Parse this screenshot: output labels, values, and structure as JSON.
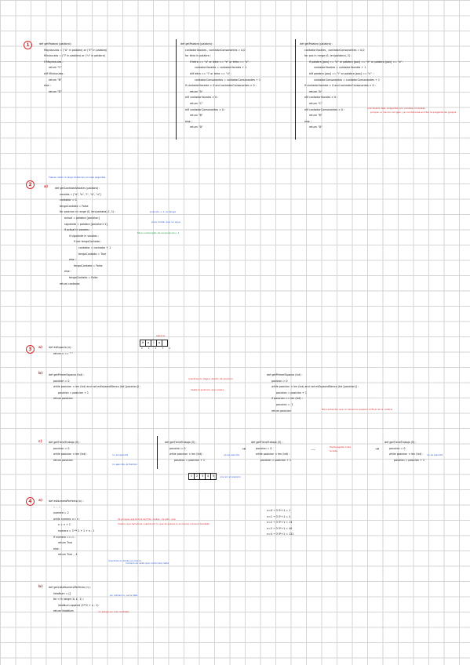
{
  "ex1": {
    "number": "1",
    "colA": [
      "def getPalabra (palabra) :",
      "Mayúsculas = (\"A\" in palabra) or (\"E\" in palabra)",
      "Minúsculas = (\"i\" in palabra) or (\"u\" in palabra)",
      "if Mayúsculas :",
      "return \"C\"",
      "elif Minúsculas :",
      "return \"B\"",
      "else :",
      "return \"D\""
    ],
    "colB": [
      "def getPalabra (palabra) :",
      "contadorVocales , contadorConsonantes = 0,0",
      "for letra in palabra :",
      "if letra == \"a\" or letra == \"e\" or letra == \"o\" :",
      "contadorVocales = contadorVocales + 1",
      "elif letra == \"i\" or letra == \"u\" :",
      "contadorConsonantes = contadorConsonantes + 1",
      "if contadorVocales > 0 and contadorConsonantes > 0 :",
      "return \"A\"",
      "elif contadorVocales > 0 :",
      "return \"C\"",
      "elif contadorConsonantes > 0 :",
      "return \"B\"",
      "else :",
      "return \"D\""
    ],
    "colC": [
      "def getPalabra (palabra) :",
      "contadorVocales , contadorConsonantes = 0,0",
      "for pos in range (0, len(palabra), 2) :",
      "if palabra [pos] == \"a\" or palabra [pos] == \"e\" or palabra [pos] == \"o\" :",
      "contadorVocales = contadorVocales + 1",
      "elif palabra [pos] == \"i\" or palabra [pos] == \"u\" :",
      "contadorConsonantes = contadorConsonantes + 1",
      "if contadorVocales > 0 and contadorConsonantes > 0 :",
      "return \"A\"",
      "elif contadorVocales > 0 :",
      "return \"C\"",
      "elif contadorConsonantes > 0 :",
      "return \"B\"",
      "else :",
      "return \"D\""
    ],
    "colC_note": "una buena idea, preguntar por vocales concretas",
    "colC_note2": "porque, si me los corrigen, ya condiciones acortar la pregunta de grupos"
  },
  "ex2": {
    "number": "2",
    "header": "Tienes razón lo largo todas las vocales seguidas",
    "sub": "a)",
    "lines": [
      "def getCantidadVocales (palabra) :",
      "vocales = [\"a\", \"e\", \"i\", \"o\", \"u\"]",
      "contador = 0",
      "tengoContado = False",
      "for posicion in range (0, len(palabra)-1, 1) :",
      "actual = palabra [posicion]",
      "siguiente = palabra [posicion+1]",
      "if actual in vocales :",
      "if siguiente in vocales :",
      "if not tengoContado :",
      "contador = contador + 1",
      "tengoContado = True",
      "else :",
      "tengoContado = False",
      "else :",
      "tengoContado = False",
      "return contador"
    ],
    "note1": "posición + 1 no tenga",
    "note2": "para contar que no vaya",
    "note3": "Para contemplar de len(posicion) -1"
  },
  "ex3": {
    "number": "3",
    "a_sub": "a)",
    "a_lines": [
      "def esEspacio (x) :",
      "return x == \" \""
    ],
    "a_box_label": "espacio",
    "a_box": [
      "H",
      "o",
      "l",
      "a",
      " "
    ],
    "a_idx": "0 1 2 3 4",
    "b_sub": "b)",
    "b_left": [
      "def getPrimerEspacio (txt) :",
      "posicion = 0",
      "while posicion < len (txt) and not esEspacioBlanco (txt [posicion]) :",
      "posicion = posicion + 1",
      "return posicion"
    ],
    "b_left_note": "mientras no llegue dentro de posicion",
    "b_left_note2": "hasta la posicion que quiere",
    "b_right": [
      "def getPrimerEspacio (txt) :",
      "posicion = 0",
      "while posicion < len (txt) and not esEspacioBlanco (txt [posicion]) :",
      "posicion = posicion + 1",
      "if posicion == len (txt) :",
      "posicion = -1",
      "return posicion"
    ],
    "b_right_note": "Para entender que no tenemos espacio el final de la cadena",
    "c_sub": "c)",
    "c1": [
      "def getTieneTrabajo (S) :",
      "posicion = 0",
      "while posicion < len (txt) :",
      "return posicion"
    ],
    "c1_note": "no se ejecuta",
    "c1_note2": "no ejecuta, el tiempo",
    "c2": [
      "def getTieneTrabajo (S) :",
      "posicion = 0",
      "while posicion < len (txt) :",
      "posicion = posicion + 1"
    ],
    "c2_note": "ya se ejecuta",
    "c3": [
      "def getTieneTrabajo (S) :",
      "posicion = 0",
      "while posicion < len (txt) :",
      "posicion = posicion + 1"
    ],
    "c3_note": "Hasta agotar toda la lista",
    "c4": [
      "def getTieneTrabajo (S) :",
      "posicion = 0",
      "while posicion < len (txt) :",
      "posicion = posicion + 1"
    ],
    "c4_note": "no se ejecuta",
    "c_box": [
      "1",
      "2",
      "3",
      "4",
      "5"
    ],
    "c_box_note": "una sin el espacio"
  },
  "ex4": {
    "number": "4",
    "a_sub": "a)",
    "a_lines": [
      "def esNumeroPerfecto (n) :",
      "n = 0",
      "numero = 2",
      "while numero <= n :",
      "n = n + 1",
      "numero = 3 ** 2 + 1 + n - 1",
      "if numero == n :",
      "return True",
      "else :",
      "return True , -1"
    ],
    "a_note": "Ya porque una forma del 5to. visitar, mi alto, una",
    "a_note2": "mismo que hacemos cuenta por lo que te quiere lo el mismo número también",
    "a_note3": "mientras no tarda en marca",
    "a_note4": "numero es cada que no bucare nada",
    "calc": [
      "n=0 → 3·3⁰+1 = 1",
      "n=1 → 3·3¹+1 = 4",
      "n=2 → 3·3²+1 = 13",
      "n=3 → 3·3³+1 = 40",
      "n=4 → 3·3⁴+1 = 121"
    ],
    "b_sub": "b)",
    "b_lines": [
      "def getListaNumeroPerfecto (n) :",
      "listaNum = []",
      "for n in range (0, C, 1) :",
      "listaNum.append (3**2 + n - 1)",
      "return listaNum"
    ],
    "b_note": "en número n, se la lista",
    "b_note2": "no pongo en una cantidad"
  }
}
